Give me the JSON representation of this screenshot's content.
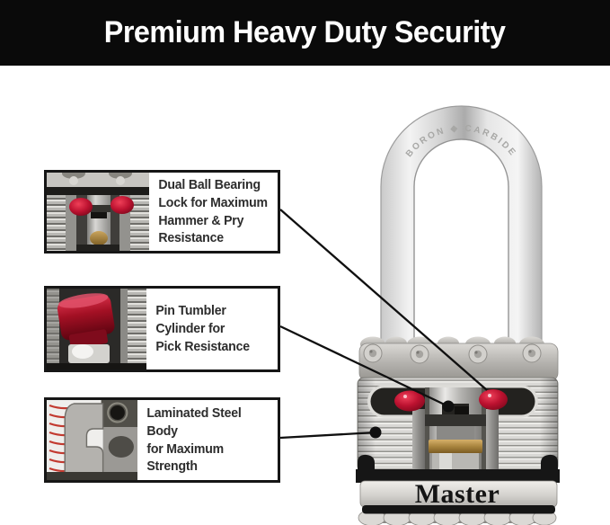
{
  "banner": {
    "title": "Premium Heavy Duty Security",
    "bg_color": "#0a0a0a",
    "text_color": "#ffffff"
  },
  "callouts": [
    {
      "id": "dual-ball-bearing",
      "text": "Dual Ball Bearing\nLock for Maximum\nHammer & Pry\nResistance"
    },
    {
      "id": "pin-tumbler",
      "text": "Pin Tumbler\nCylinder for\nPick Resistance"
    },
    {
      "id": "laminated-body",
      "text": "Laminated Steel Body\nfor Maximum Strength"
    }
  ],
  "padlock": {
    "brand": "Master",
    "shackle_stamp": "BORON ◆ CARBIDE",
    "colors": {
      "bearing_red": "#bc1230",
      "brass": "#a9853f",
      "black_band": "#161616",
      "metal_light": "#eeedea",
      "metal_mid": "#c7c6c2",
      "metal_dark": "#8e8d8a"
    }
  }
}
